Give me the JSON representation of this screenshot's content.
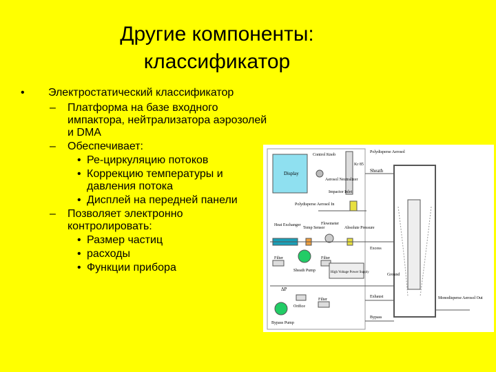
{
  "slide": {
    "title_line1": "Другие компоненты:",
    "title_line2": "классификатор",
    "bullets": [
      {
        "level": 1,
        "marker": "•",
        "text": "Электростатический классификатор"
      },
      {
        "level": 2,
        "marker": "–",
        "text": "Платформа на базе входного импактора, нейтрализатора аэрозолей и DMA"
      },
      {
        "level": 2,
        "marker": "–",
        "text": "Обеспечивает:"
      },
      {
        "level": 3,
        "marker": "•",
        "text": "Ре-циркуляцию потоков"
      },
      {
        "level": 3,
        "marker": "•",
        "text": "Коррекцию температуры и давления потока"
      },
      {
        "level": 3,
        "marker": "•",
        "text": "Дисплей на передней панели"
      },
      {
        "level": 2,
        "marker": "–",
        "text": "Позволяет электронно контролировать:"
      },
      {
        "level": 3,
        "marker": "•",
        "text": "Размер частиц"
      },
      {
        "level": 3,
        "marker": "•",
        "text": "расходы"
      },
      {
        "level": 3,
        "marker": "•",
        "text": "Функции прибора"
      }
    ]
  },
  "diagram": {
    "display": "Display",
    "control_knob": "Control Knob",
    "kr85": "Kr 85",
    "aerosol_neutralizer": "Aerosol Neutralizer",
    "impactor_inlet": "Impactor Inlet",
    "polydisperse_aerosol_in": "Polydisperse Aerosol In",
    "polydisperse_aerosol": "Polydisperse Aerosol",
    "sheath": "Sheath",
    "heat_exchanger": "Heat Exchanger",
    "temp_sensor": "Temp Sensor",
    "flowmeter": "Flowmeter",
    "absolute_pressure": "Absolute Pressure",
    "filter": "Filter",
    "sheath_pump": "Sheath Pump",
    "high_voltage_power_supply": "High Voltage Power Supply",
    "excess": "Excess",
    "ground": "Ground",
    "delta_p": "ΔP",
    "orifice": "Orifice",
    "bypass_pump": "Bypass Pump",
    "exhaust": "Exhaust",
    "bypass": "Bypass",
    "monodisperse_aerosol_out": "Monodisperse Aerosol Out",
    "colors": {
      "display": "#8fe0f0",
      "pump": "#22cc66",
      "exchanger": "#1aa0b8",
      "sensor": "#f0a040",
      "valve": "#e8e040"
    }
  }
}
